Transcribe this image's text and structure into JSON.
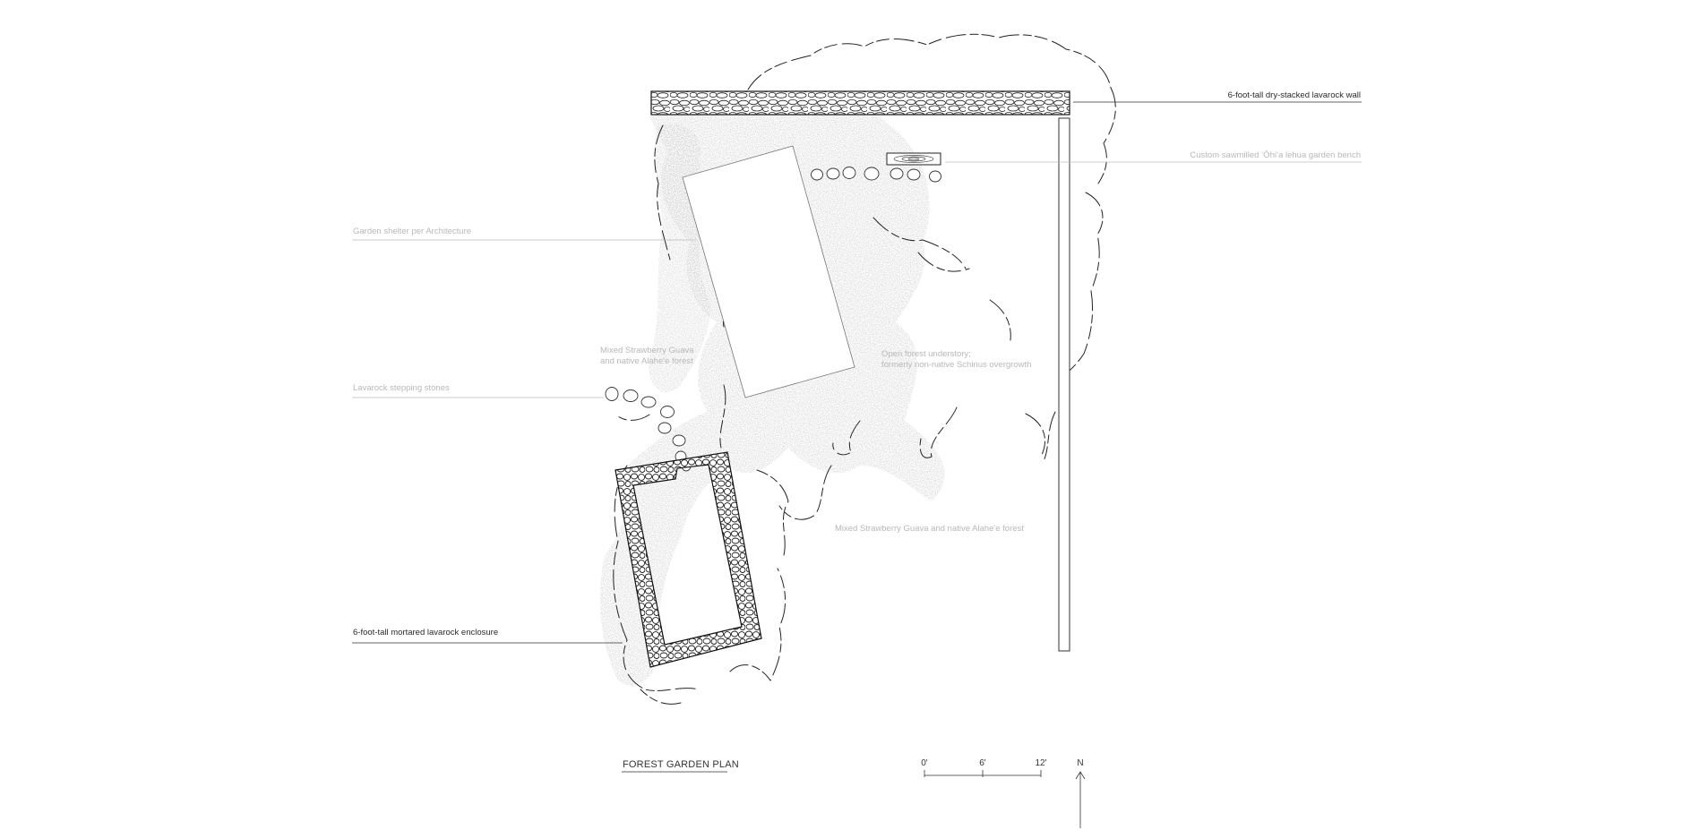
{
  "drawing": {
    "title": "FOREST GARDEN PLAN",
    "north_label": "N",
    "scale_bar": {
      "ticks": [
        "0'",
        "6'",
        "12'"
      ]
    }
  },
  "callouts": {
    "wall": "6-foot-tall dry-stacked lavarock wall",
    "bench": "Custom sawmilled ʻŌhiʻa lehua garden bench",
    "shelter": "Garden shelter per Architecture",
    "stepping_stones": "Lavarock stepping stones",
    "enclosure": "6-foot-tall mortared lavarock enclosure"
  },
  "area_labels": {
    "mixed_forest_upper_line1": "Mixed Strawberry Guava",
    "mixed_forest_upper_line2": "and native Alahe'e forest",
    "understory_line1": "Open forest understory;",
    "understory_line2": "formerly non-native Schinus overgrowth",
    "mixed_forest_lower": "Mixed Strawberry Guava and native Alahe'e forest"
  },
  "colors": {
    "ink": "#222222",
    "light_label": "#b8b8b8",
    "ground_fill": "#f2f2f2"
  }
}
